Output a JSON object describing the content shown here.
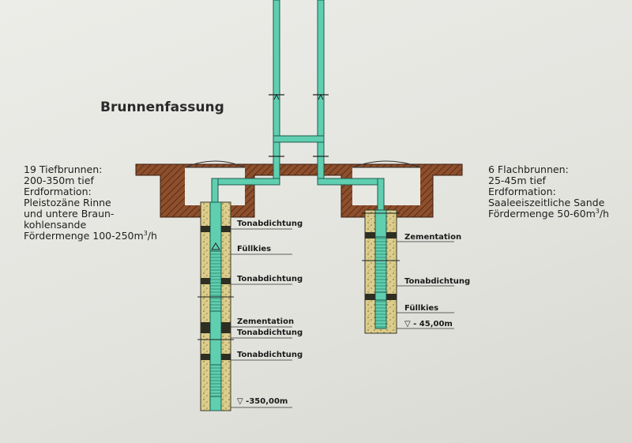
{
  "title": "Brunnenfassung",
  "left_info": {
    "lines": [
      "19 Tiefbrunnen:",
      "200-350m tief",
      "Erdformation:",
      "Pleistozäne Rinne",
      "und untere Braun-",
      "kohlensande"
    ],
    "flow_label": "Fördermenge 100-250m",
    "flow_sup": "3",
    "flow_unit": "/h"
  },
  "right_info": {
    "lines": [
      "6 Flachbrunnen:",
      "25-45m tief",
      "Erdformation:",
      "Saaleeiszeitliche Sande"
    ],
    "flow_label": "Fördermenge 50-60m",
    "flow_sup": "3",
    "flow_unit": "/h"
  },
  "left_well_labels": [
    "Tonabdichtung",
    "Füllkies",
    "Tonabdichtung",
    "Zementation",
    "Tonabdichtung",
    "Tonabdichtung"
  ],
  "left_depth": "▽ -350,00m",
  "right_well_labels": [
    "Zementation",
    "Tonabdichtung",
    "Füllkies"
  ],
  "right_depth": "▽ - 45,00m",
  "colors": {
    "pipe": "#5fcfb0",
    "soil": "#8a4a2a",
    "gravel": "#d8c98a",
    "seal": "#3a3a2a"
  }
}
